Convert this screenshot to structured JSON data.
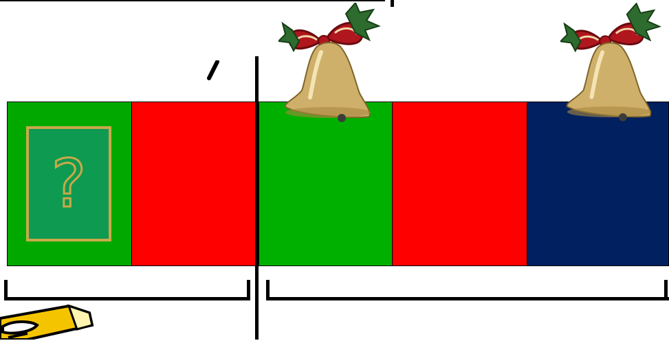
{
  "tiles": [
    {
      "color": "#00a800",
      "role": "hidden-tile"
    },
    {
      "color": "#ff0000",
      "role": "tile"
    },
    {
      "color": "#00b000",
      "role": "tile"
    },
    {
      "color": "#ff0000",
      "role": "tile"
    },
    {
      "color": "#002060",
      "role": "tile"
    }
  ],
  "question_card": {
    "symbol": "?",
    "background": "#0e9a50",
    "border_color": "#c9a94a"
  },
  "decorations": {
    "bells": [
      "christmas-bell-icon",
      "christmas-bell-icon"
    ],
    "pencil": "pencil-icon"
  },
  "colors": {
    "divider": "#000000",
    "bracket": "#000000"
  }
}
